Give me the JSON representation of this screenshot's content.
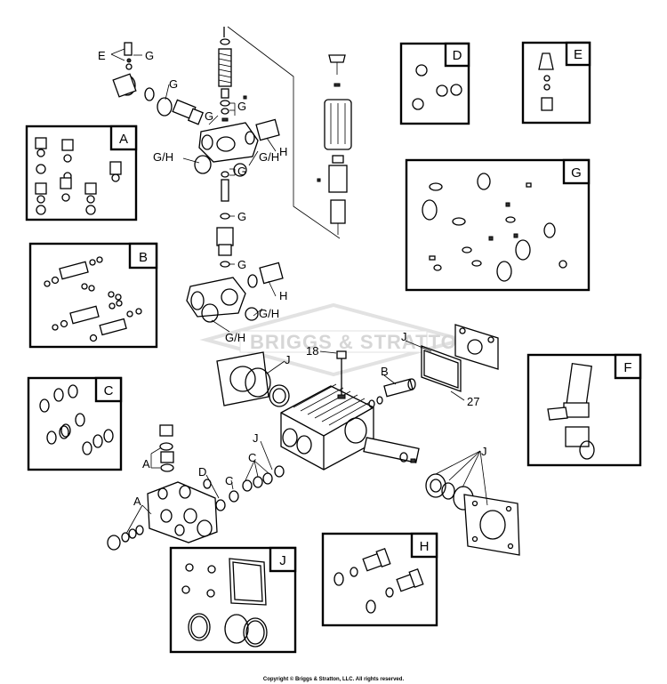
{
  "watermark": "BRIGGS & STRATTON",
  "copyright": "Copyright © Briggs & Stratton, LLC. All rights reserved.",
  "kits": {
    "A": "A",
    "B": "B",
    "C": "C",
    "D": "D",
    "E": "E",
    "F": "F",
    "G": "G",
    "H": "H",
    "J": "J"
  },
  "callouts": {
    "e_left": "E",
    "g_top": "G",
    "g_valve1": "G",
    "g_valve2": "G",
    "g_valve3": "G",
    "g_valve4": "G",
    "g_valve5": "G",
    "g_valve6": "G",
    "gh_1": "G/H",
    "gh_2": "G/H",
    "gh_3": "G/H",
    "gh_4": "G/H",
    "h_1": "H",
    "h_2": "H",
    "j_1": "J",
    "j_2": "J",
    "j_3": "J",
    "j_4": "J",
    "b_1": "B",
    "c_1": "C",
    "c_2": "C",
    "d_1": "D",
    "a_1": "A",
    "a_2": "A",
    "n18": "18",
    "n27": "27"
  }
}
